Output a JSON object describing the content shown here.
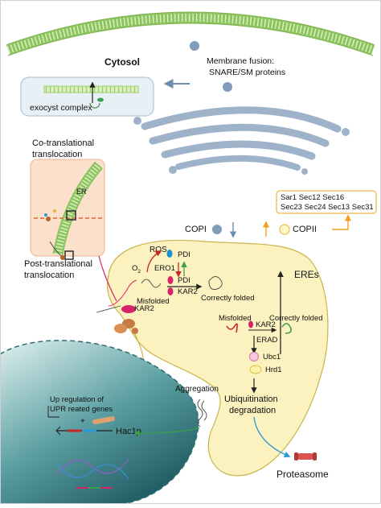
{
  "labels": {
    "cytosol": "Cytosol",
    "membrane_fusion_1": "Membrane fusion:",
    "membrane_fusion_2": "SNARE/SM proteins",
    "exocyst": "exocyst complex",
    "cotrans_1": "Co-translational",
    "cotrans_2": "translocation",
    "er": "ER",
    "posttrans_1": "Post-translational",
    "posttrans_2": "translocation",
    "copii_line1": "Sar1 Sec12 Sec16",
    "copii_line2": "Sec23 Sec24 Sec13 Sec31",
    "copi": "COPI",
    "copii": "COPII",
    "ros": "ROS",
    "o2": "O",
    "o2_sub": "2",
    "pdi_top": "PDI",
    "ero1": "ERO1",
    "pdi_mid": "PDI",
    "kar2_mid": "KAR2",
    "misfolded_left": "Misfolded",
    "correctly_folded_left": "Correctly folded",
    "eres": "EREs",
    "misfolded_right": "Misfolded",
    "kar2_right": "KAR2",
    "correctly_folded_right": "Correctly folded",
    "erad": "ERAD",
    "ubc1": "Ubc1",
    "hrd1": "Hrd1",
    "kar2_membrane": "KAR2",
    "aggregation": "Aggregation",
    "upr_1": "Up regulation of",
    "upr_2": "UPR reated genes",
    "plus": "+",
    "hac1p": "Hac1p",
    "ubiq_1": "Ubiquitination",
    "ubiq_2": "degradation",
    "proteasome": "Proteasome"
  },
  "colors": {
    "membrane_green": "#c8e6a0",
    "membrane_dark": "#7fb24f",
    "er_fill": "#fbf2bf",
    "er_stroke": "#c9b54a",
    "golgi": "#9eb3c9",
    "nucleus": "#2f6e74",
    "nucleus_inner": "#e4f1f0",
    "arrow_blue": "#6a8fb0",
    "copii_box": "#f4b24a",
    "co_trans_box": "#fbe0cc",
    "kar2_pink": "#d6246a",
    "pdi_blue": "#1e90d6",
    "red_arrow": "#c62828",
    "proteasome": "#d9534f",
    "ubc1_fill": "#f4c7e1",
    "hrd1_fill": "#fbf3a8"
  }
}
